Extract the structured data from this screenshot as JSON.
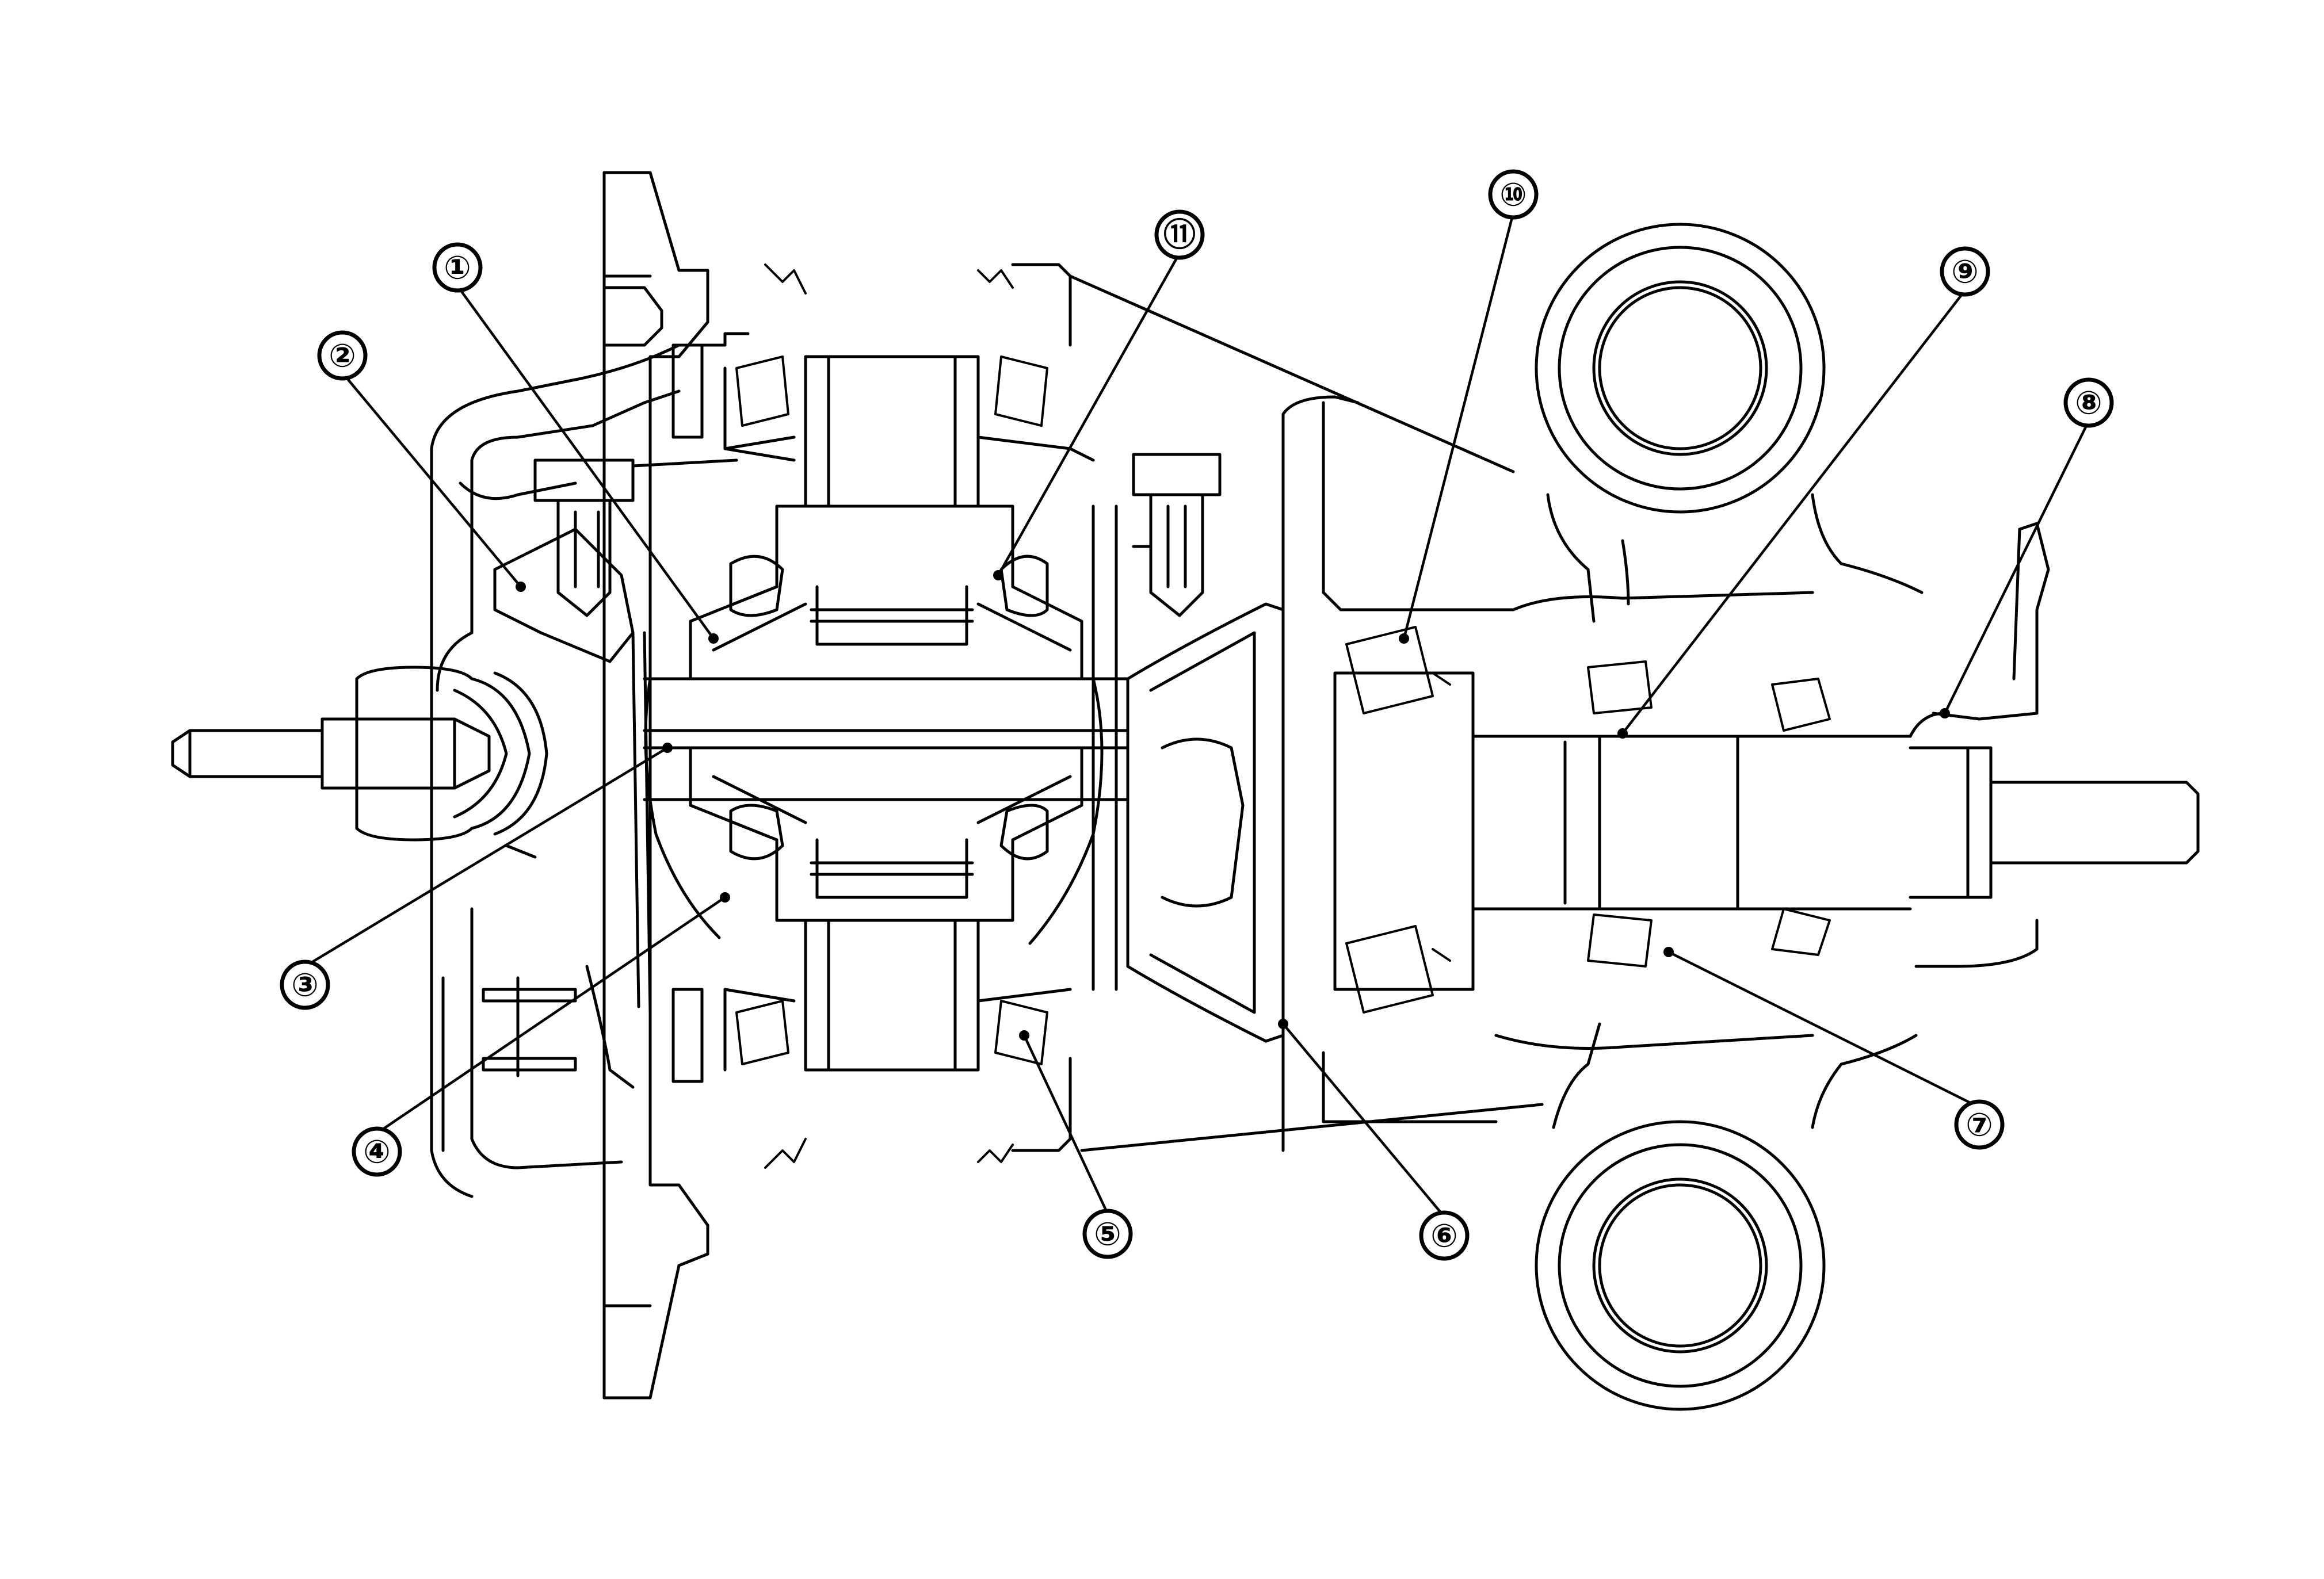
{
  "callouts": [
    {
      "id": "c1",
      "label": "①"
    },
    {
      "id": "c2",
      "label": "②"
    },
    {
      "id": "c3",
      "label": "③"
    },
    {
      "id": "c4",
      "label": "④"
    },
    {
      "id": "c5",
      "label": "⑤"
    },
    {
      "id": "c6",
      "label": "⑥"
    },
    {
      "id": "c7",
      "label": "⑦"
    },
    {
      "id": "c8",
      "label": "⑧"
    },
    {
      "id": "c9",
      "label": "⑨"
    },
    {
      "id": "c10",
      "label": "⑩"
    },
    {
      "id": "c11",
      "label": "⑪"
    }
  ]
}
